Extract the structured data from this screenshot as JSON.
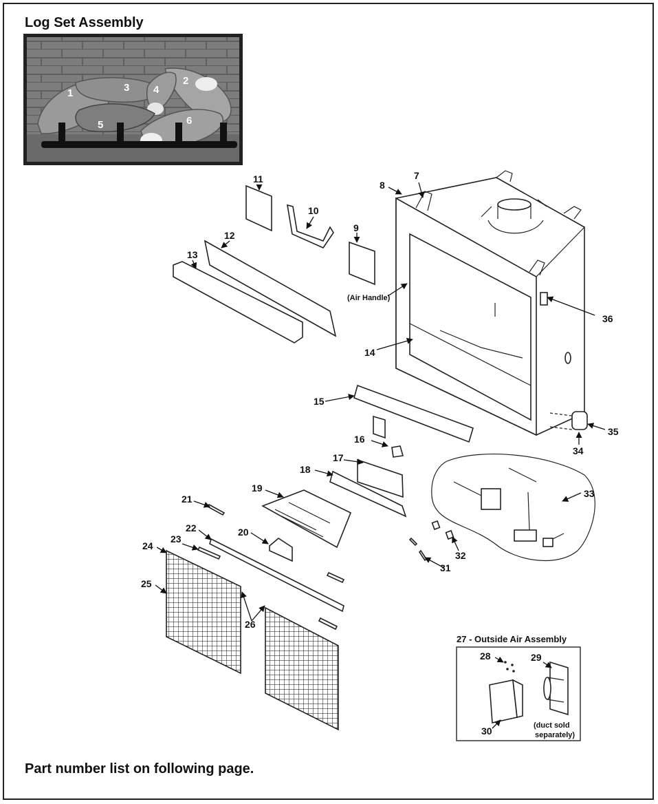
{
  "page": {
    "title": "Log Set Assembly",
    "footer_note": "Part number list on following page."
  },
  "log_set": {
    "labels": [
      "1",
      "2",
      "3",
      "4",
      "5",
      "6"
    ]
  },
  "diagram": {
    "part_labels": [
      "7",
      "8",
      "9",
      "10",
      "11",
      "12",
      "13",
      "14",
      "15",
      "16",
      "17",
      "18",
      "19",
      "20",
      "21",
      "22",
      "23",
      "24",
      "25",
      "26",
      "31",
      "32",
      "33",
      "34",
      "35",
      "36"
    ],
    "air_handle_label": "(Air Handle)"
  },
  "outside_air": {
    "title": "27 - Outside Air Assembly",
    "labels": [
      "28",
      "29",
      "30"
    ],
    "duct_note_line1": "(duct sold",
    "duct_note_line2": "separately)"
  }
}
